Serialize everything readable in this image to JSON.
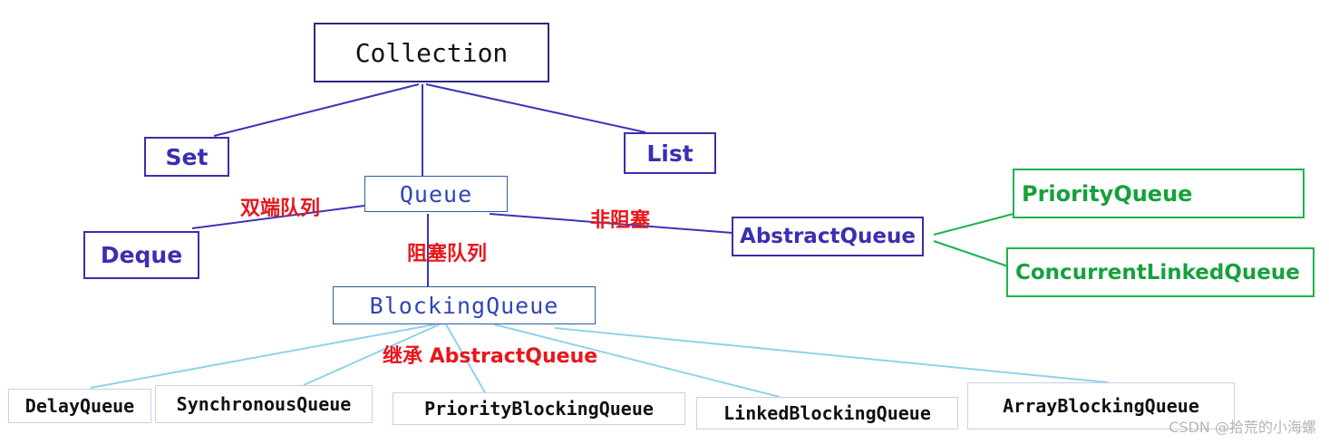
{
  "nodes": {
    "collection": "Collection",
    "set": "Set",
    "list": "List",
    "queue": "Queue",
    "deque": "Deque",
    "abstract_queue": "AbstractQueue",
    "priority_queue": "PriorityQueue",
    "concurrent_linked_queue": "ConcurrentLinkedQueue",
    "blocking_queue": "BlockingQueue",
    "delay_queue": "DelayQueue",
    "synchronous_queue": "SynchronousQueue",
    "priority_blocking_queue": "PriorityBlockingQueue",
    "linked_blocking_queue": "LinkedBlockingQueue",
    "array_blocking_queue": "ArrayBlockingQueue"
  },
  "labels": {
    "deque_edge": "双端队列",
    "blocking_edge": "阻塞队列",
    "non_blocking_edge": "非阻塞",
    "inherit_edge": "继承 AbstractQueue"
  },
  "watermark": "CSDN @拾荒的小海螺",
  "colors": {
    "blue_line": "#3a34b8",
    "cyan_line": "#8fd3e8",
    "green_line": "#1db34a",
    "red_text": "#e8161b"
  }
}
